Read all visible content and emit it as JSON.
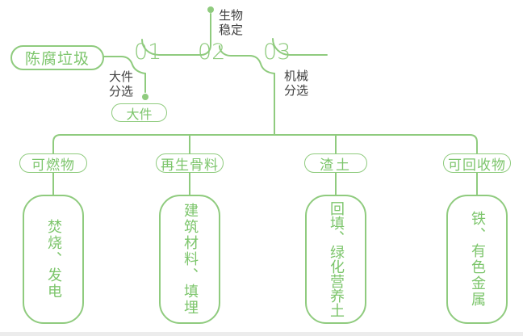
{
  "colors": {
    "green_line": "#8FCB7E",
    "green_text": "#7CC56B",
    "label_text": "#3F3F3F",
    "bottom_strip": "#ECECEC"
  },
  "source_pill": "陈腐垃圾",
  "steps": [
    {
      "number": "01",
      "branch_label": "大件\n分选",
      "branch_output": "大件"
    },
    {
      "number": "02",
      "branch_label": "生物\n稳定"
    },
    {
      "number": "03",
      "branch_label": "机械\n分选"
    }
  ],
  "outputs": [
    {
      "category": "可燃物",
      "result": "焚烧、发电"
    },
    {
      "category": "再生骨料",
      "result": "建筑材料、填埋"
    },
    {
      "category": "渣土",
      "result": "回填、绿化营养土"
    },
    {
      "category": "可回收物",
      "result": "铁、有色金属"
    }
  ]
}
